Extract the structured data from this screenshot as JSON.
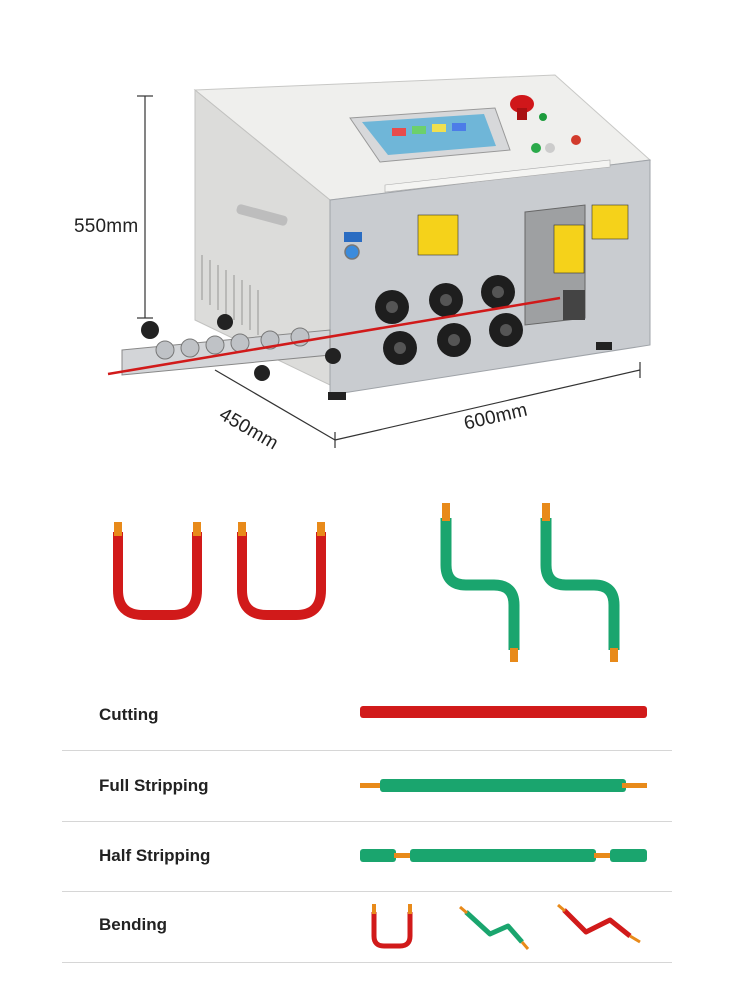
{
  "dimensions": {
    "height": "550mm",
    "depth": "450mm",
    "width": "600mm"
  },
  "colors": {
    "red_wire": "#d11a1a",
    "green_wire": "#1aa56e",
    "copper": "#e88a1a",
    "machine_body": "#e8e8e6",
    "machine_panel": "#c9ccd0"
  },
  "features": [
    {
      "label": "Cutting"
    },
    {
      "label": "Full Stripping"
    },
    {
      "label": "Half Stripping"
    },
    {
      "label": "Bending"
    }
  ]
}
